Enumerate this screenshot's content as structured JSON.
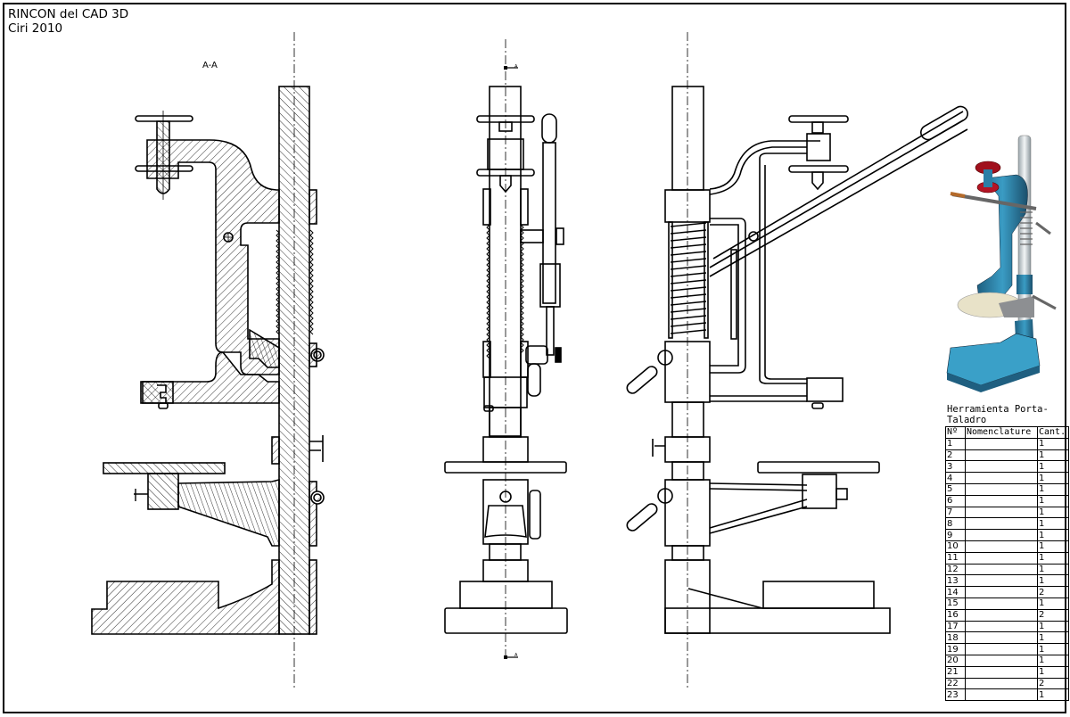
{
  "header": {
    "line1": "RINCON del CAD 3D",
    "line2": "Ciri 2010"
  },
  "section": {
    "label": "A-A",
    "cut_mark_top": "A",
    "cut_mark_bottom": "A"
  },
  "views": {
    "section_view": "section-a-a",
    "front_view": "front-view",
    "side_view": "side-view",
    "isometric_render": "isometric-render"
  },
  "colors": {
    "line": "#000000",
    "render_body": "#3a8fb5",
    "render_handwheel": "#b01020",
    "render_table": "#e8e2c8",
    "render_shaft": "#cfd6da"
  },
  "bom": {
    "title": "Herramienta Porta-Taladro",
    "headers": [
      "Nº",
      "Nomenclature",
      "Cant."
    ],
    "rows": [
      {
        "n": "1",
        "name": "",
        "qty": "1"
      },
      {
        "n": "2",
        "name": "",
        "qty": "1"
      },
      {
        "n": "3",
        "name": "",
        "qty": "1"
      },
      {
        "n": "4",
        "name": "",
        "qty": "1"
      },
      {
        "n": "5",
        "name": "",
        "qty": "1"
      },
      {
        "n": "6",
        "name": "",
        "qty": "1"
      },
      {
        "n": "7",
        "name": "",
        "qty": "1"
      },
      {
        "n": "8",
        "name": "",
        "qty": "1"
      },
      {
        "n": "9",
        "name": "",
        "qty": "1"
      },
      {
        "n": "10",
        "name": "",
        "qty": "1"
      },
      {
        "n": "11",
        "name": "",
        "qty": "1"
      },
      {
        "n": "12",
        "name": "",
        "qty": "1"
      },
      {
        "n": "13",
        "name": "",
        "qty": "1"
      },
      {
        "n": "14",
        "name": "",
        "qty": "2"
      },
      {
        "n": "15",
        "name": "",
        "qty": "1"
      },
      {
        "n": "16",
        "name": "",
        "qty": "2"
      },
      {
        "n": "17",
        "name": "",
        "qty": "1"
      },
      {
        "n": "18",
        "name": "",
        "qty": "1"
      },
      {
        "n": "19",
        "name": "",
        "qty": "1"
      },
      {
        "n": "20",
        "name": "",
        "qty": "1"
      },
      {
        "n": "21",
        "name": "",
        "qty": "1"
      },
      {
        "n": "22",
        "name": "",
        "qty": "2"
      },
      {
        "n": "23",
        "name": "",
        "qty": "1"
      }
    ]
  }
}
